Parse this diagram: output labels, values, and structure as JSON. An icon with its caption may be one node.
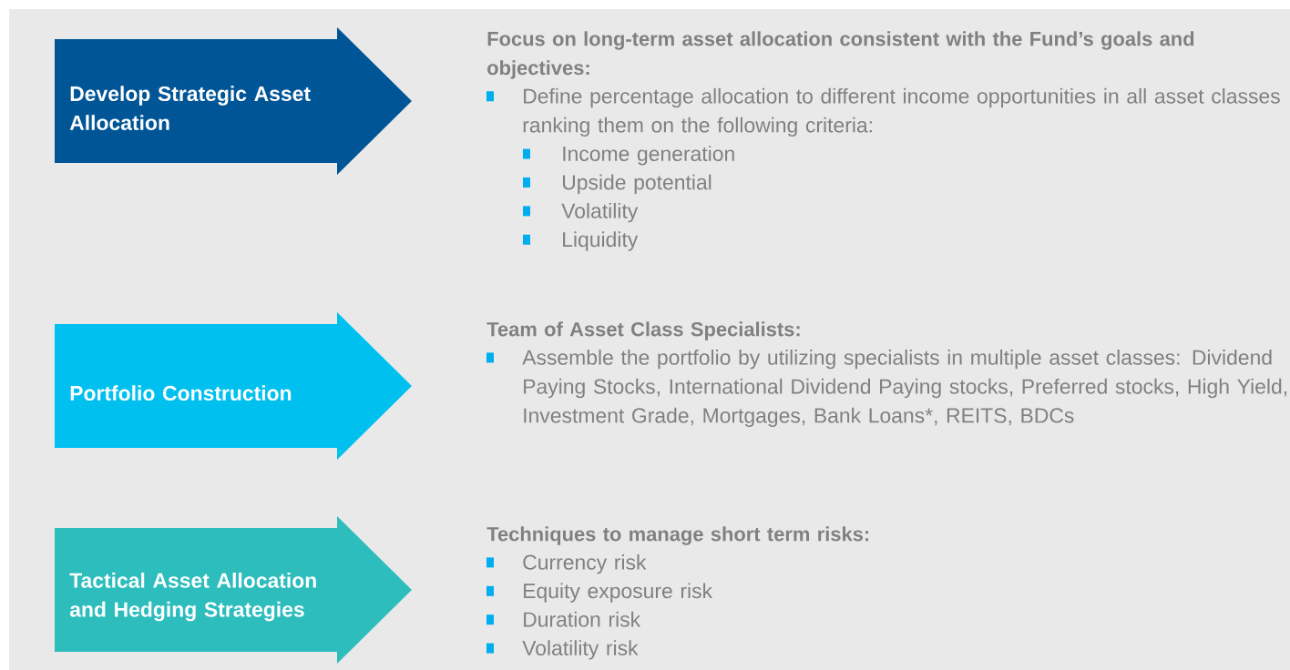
{
  "diagram": {
    "nodes": [
      {
        "text": [
          "Develop Strategic Asset Allocation"
        ],
        "beside": [
          "Focus on long-term asset allocation consistent with the Fund’s goals and objectives:",
          "Define percentage allocation to different income opportunities in all asset classes ranking them on the following criteria:",
          "Income generation",
          "Upside potential",
          "Volatility",
          "Liquidity"
        ]
      },
      {
        "text": [
          "Portfolio Construction"
        ],
        "beside": [
          "Team of Asset Class Specialists:",
          "Assemble the portfolio by utilizing specialists in multiple asset classes: Dividend Paying Stocks, International Dividend Paying stocks, Preferred stocks, High Yield, Investment Grade, Mortgages, Bank Loans*, REITS, BDCs"
        ]
      },
      {
        "text": [
          "Tactical Asset Allocation and Hedging Strategies"
        ],
        "beside": [
          "Techniques to manage short term risks:",
          "Currency risk",
          "Equity exposure risk",
          "Duration risk",
          "Volatility risk"
        ]
      }
    ]
  }
}
